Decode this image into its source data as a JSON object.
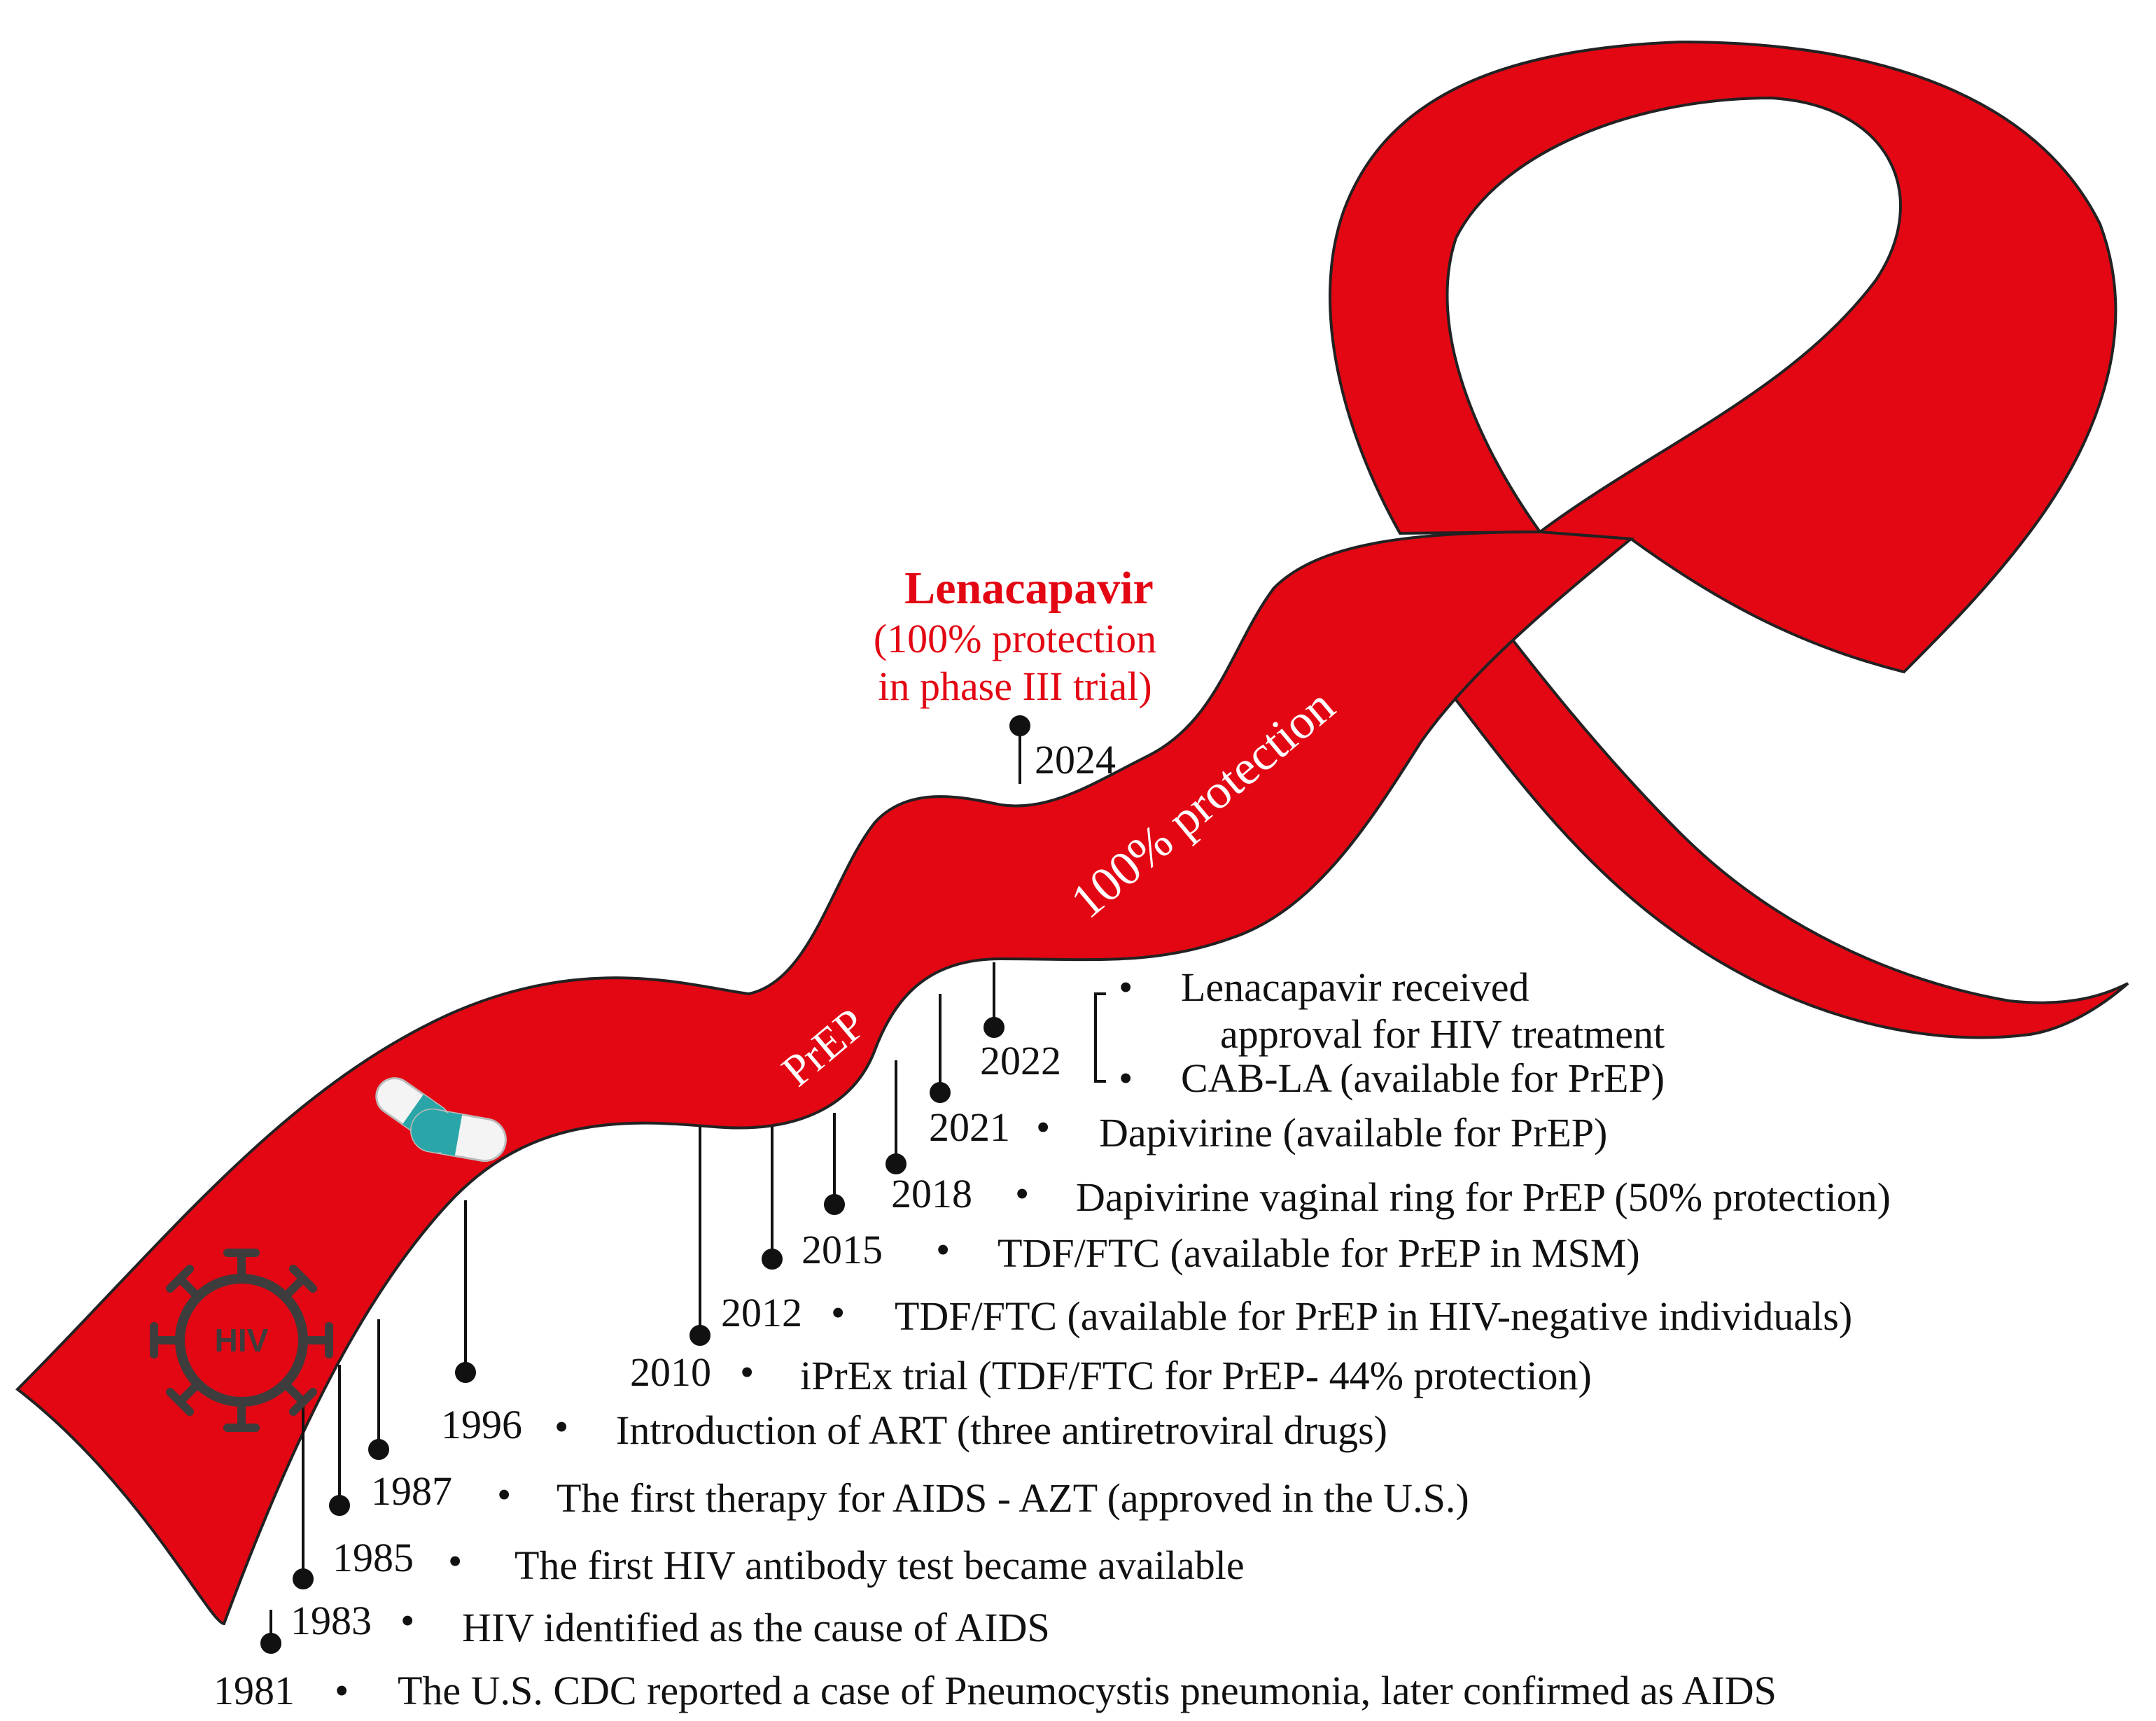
{
  "ribbon": {
    "color": "#E30613",
    "label_prep": "PrEP",
    "label_protection": "100% protection"
  },
  "highlight": {
    "color": "#E30613",
    "title": "Lenacapavir",
    "line1": "(100% protection",
    "line2": "in phase III trial)"
  },
  "events": [
    {
      "year": "1981",
      "text": "The U.S. CDC reported a case of Pneumocystis pneumonia, later confirmed as AIDS"
    },
    {
      "year": "1983",
      "text": "HIV identified as the cause of AIDS"
    },
    {
      "year": "1985",
      "text": "The first HIV antibody test became available"
    },
    {
      "year": "1987",
      "text": "The first therapy for AIDS - AZT (approved in the U.S.)"
    },
    {
      "year": "1996",
      "text": "Introduction of ART (three antiretroviral drugs)"
    },
    {
      "year": "2010",
      "text": "iPrEx trial (TDF/FTC for PrEP- 44% protection)"
    },
    {
      "year": "2012",
      "text": "TDF/FTC (available for PrEP in HIV-negative individuals)"
    },
    {
      "year": "2015",
      "text": "TDF/FTC (available for PrEP in MSM)"
    },
    {
      "year": "2018",
      "text": "Dapivirine vaginal ring for PrEP (50% protection)"
    },
    {
      "year": "2021",
      "text": "Dapivirine (available for PrEP)"
    },
    {
      "year": "2022",
      "items": [
        "Lenacapavir received",
        "approval for HIV treatment",
        "CAB-LA (available for PrEP)"
      ]
    },
    {
      "year": "2024"
    }
  ],
  "icons": {
    "virus_label": "HIV",
    "virus_color": "#3d3d3d",
    "pill_color": "#2aa6a8"
  }
}
